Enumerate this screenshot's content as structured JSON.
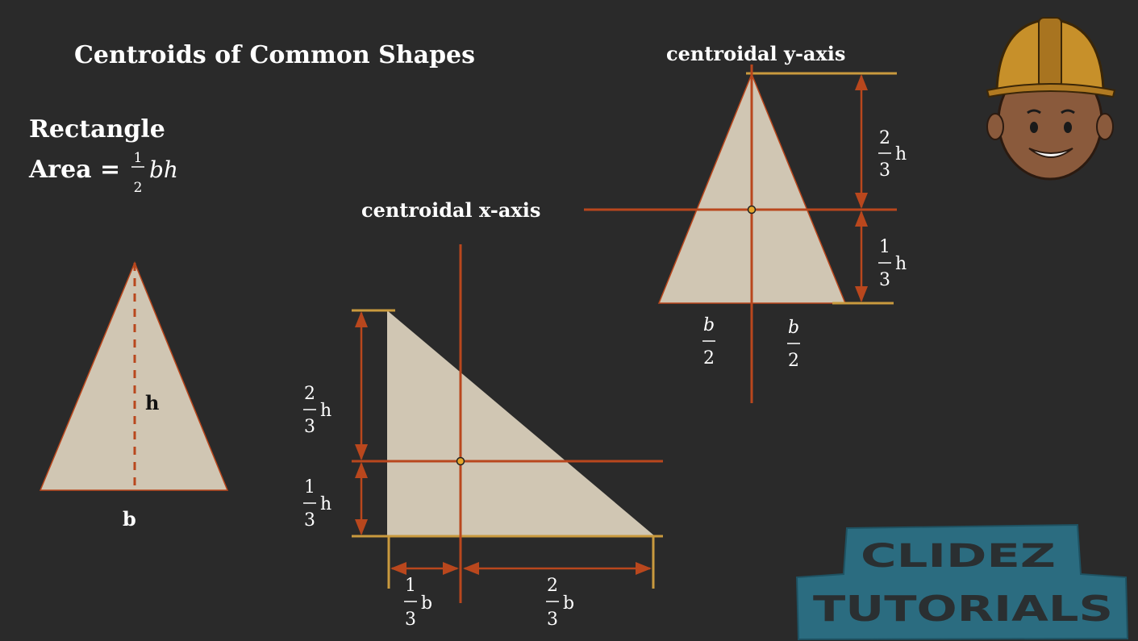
{
  "title": "Centroids of Common Shapes",
  "shape_name": "Rectangle",
  "area": {
    "label": "Area =",
    "num": "1",
    "den": "2",
    "expr": "bh"
  },
  "basic_triangle": {
    "height_label": "h",
    "base_label": "b"
  },
  "right_triangle": {
    "axis_label": "centroidal x-axis",
    "height_upper": {
      "num": "2",
      "den": "3",
      "var": "h"
    },
    "height_lower": {
      "num": "1",
      "den": "3",
      "var": "h"
    },
    "base_left": {
      "num": "1",
      "den": "3",
      "var": "b"
    },
    "base_right": {
      "num": "2",
      "den": "3",
      "var": "b"
    }
  },
  "iso_triangle": {
    "axis_label": "centroidal y-axis",
    "height_upper": {
      "num": "2",
      "den": "3",
      "var": "h"
    },
    "height_lower": {
      "num": "1",
      "den": "3",
      "var": "h"
    },
    "half_left": {
      "num": "b",
      "den": "2"
    },
    "half_right": {
      "num": "b",
      "den": "2"
    }
  },
  "logo": {
    "line1": "CLIDEZ",
    "line2": "TUTORIALS"
  },
  "colors": {
    "background": "#2a2a2a",
    "shape_fill": "#d0c6b3",
    "axis_line": "#b9471d",
    "dimension_line": "#c99a3e",
    "logo_fill": "#2b6c80"
  }
}
